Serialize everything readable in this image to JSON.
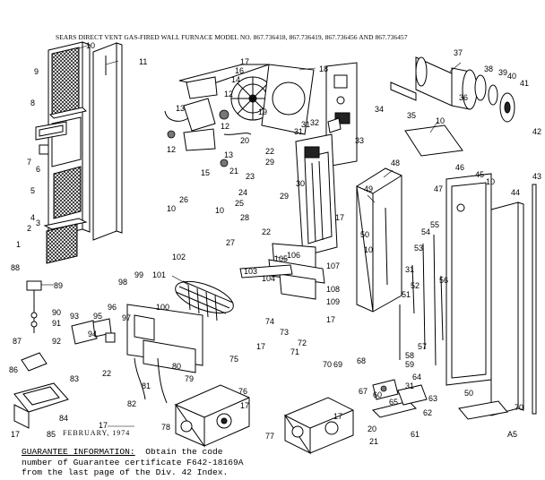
{
  "diagram": {
    "title": "SEARS DIRECT VENT GAS-FIRED WALL FURNACE MODEL NO. 867.736418, 867.736419, 867.736456 AND 867.736457",
    "date": "FEBRUARY, 1974",
    "guarantee": {
      "heading": "GUARANTEE INFORMATION:",
      "line1_rest": "Obtain the code",
      "line2": "number of Guarantee certificate F642-18169A",
      "line3": "from the last page of the Div. 42 Index."
    },
    "callouts": {
      "c1": "1",
      "c2": "2",
      "c3": "3",
      "c4": "4",
      "c5": "5",
      "c6": "6",
      "c7": "7",
      "c8": "8",
      "c9": "9",
      "c10a": "10",
      "c10b": "10",
      "c10c": "10",
      "c10d": "10",
      "c10e": "10",
      "c10f": "10",
      "c11": "11",
      "c12a": "12",
      "c12b": "12",
      "c12c": "12",
      "c13a": "13",
      "c13b": "13",
      "c14": "14",
      "c15": "15",
      "c16": "16",
      "c17a": "17",
      "c17b": "17",
      "c17c": "17",
      "c17d": "17",
      "c17e": "17",
      "c17f": "17",
      "c17g": "17",
      "c17h": "17",
      "c17i": "17",
      "c18": "18",
      "c19": "19",
      "c20a": "20",
      "c20b": "20",
      "c21a": "21",
      "c21b": "21",
      "c22a": "22",
      "c22b": "22",
      "c23": "23",
      "c24": "24",
      "c25": "25",
      "c26": "26",
      "c27": "27",
      "c28": "28",
      "c29a": "29",
      "c29b": "29",
      "c30": "30",
      "c31a": "31",
      "c31b": "31",
      "c31c": "31",
      "c32": "32",
      "c33": "33",
      "c34": "34",
      "c35": "35",
      "c36": "36",
      "c37": "37",
      "c38": "38",
      "c39": "39",
      "c40": "40",
      "c41": "41",
      "c42": "42",
      "c43": "43",
      "c44": "44",
      "c45": "45",
      "c46": "46",
      "c47": "47",
      "c48": "48",
      "c49": "49",
      "c50a": "50",
      "c50b": "50",
      "c50c": "50",
      "c51": "51",
      "c52": "52",
      "c53": "53",
      "c54": "54",
      "c55": "55",
      "c56": "56",
      "c57": "57",
      "c58": "58",
      "c59": "59",
      "c60": "60",
      "c61": "61",
      "c62": "62",
      "c63": "63",
      "c64": "64",
      "c65": "65",
      "c67": "67",
      "c68": "68",
      "c69": "69",
      "c70a": "70",
      "c70b": "70",
      "c71": "71",
      "c72": "72",
      "c73": "73",
      "c74": "74",
      "c75": "75",
      "c76": "76",
      "c77": "77",
      "c78": "78",
      "c79": "79",
      "c80": "80",
      "c81": "81",
      "c82": "82",
      "c83": "83",
      "c84": "84",
      "c85": "85",
      "c86": "86",
      "c87": "87",
      "c88": "88",
      "c89": "89",
      "c90": "90",
      "c91": "91",
      "c92": "92",
      "c93": "93",
      "c94": "94",
      "c95": "95",
      "c96": "96",
      "c97": "97",
      "c98": "98",
      "c99": "99",
      "c100": "100",
      "c101": "101",
      "c102": "102",
      "c103": "103",
      "c104": "104",
      "c105": "105",
      "c106": "106",
      "c107": "107",
      "c108": "108",
      "c109": "109",
      "cA5": "A5"
    }
  }
}
